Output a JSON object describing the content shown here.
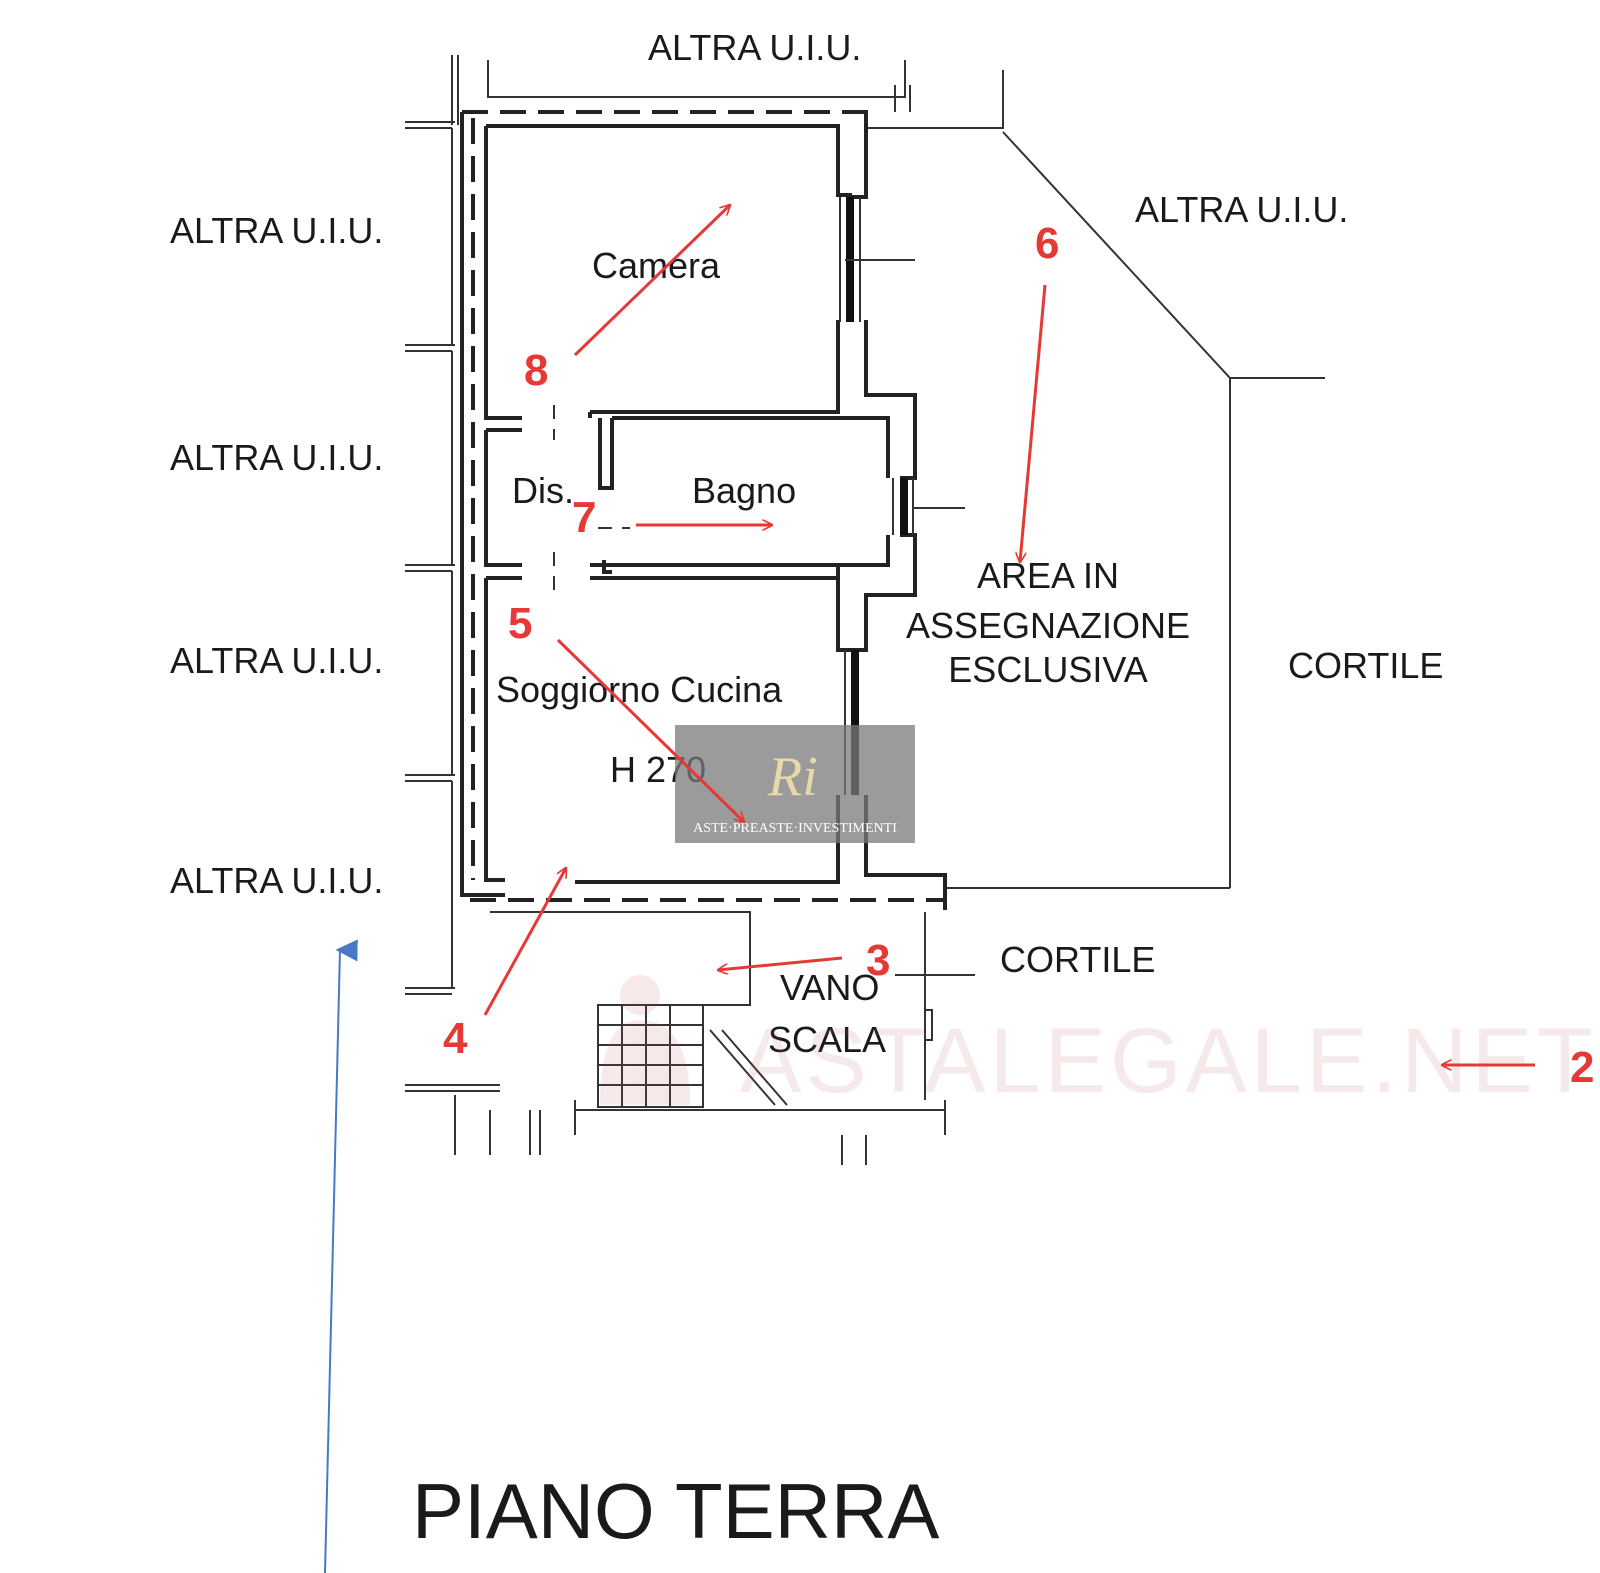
{
  "labels": {
    "altra_top": "ALTRA U.I.U.",
    "altra_top_right": "ALTRA U.I.U.",
    "altra_left_1": "ALTRA U.I.U.",
    "altra_left_2": "ALTRA U.I.U.",
    "altra_left_3": "ALTRA U.I.U.",
    "altra_left_4": "ALTRA U.I.U.",
    "camera": "Camera",
    "dis": "Dis.",
    "bagno": "Bagno",
    "soggiorno": "Soggiorno Cucina",
    "height": "H 270",
    "area_line1": "AREA IN",
    "area_line2": "ASSEGNAZIONE",
    "area_line3": "ESCLUSIVA",
    "cortile_right": "CORTILE",
    "cortile_bottom": "CORTILE",
    "vano_line1": "VANO",
    "vano_line2": "SCALA",
    "floor_title": "PIANO TERRA"
  },
  "photo_markers": [
    "2",
    "3",
    "4",
    "5",
    "6",
    "7",
    "8"
  ],
  "watermark": {
    "logo_initials": "Ri",
    "logo_text": "ASTE·PREASTE·INVESTIMENTI",
    "site_text": "ASTALEGALE.NET"
  },
  "colors": {
    "marker": "#e53935",
    "north_arrow": "#4a78c8",
    "wall": "#222222"
  }
}
